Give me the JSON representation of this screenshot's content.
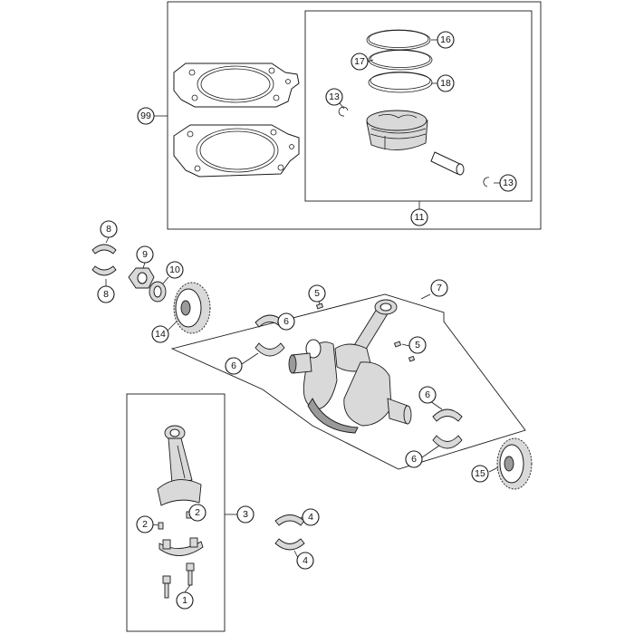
{
  "callouts": {
    "c99": "99",
    "c16": "16",
    "c17": "17",
    "c18": "18",
    "c13a": "13",
    "c13b": "13",
    "c11": "11",
    "c8a": "8",
    "c8b": "8",
    "c9": "9",
    "c10": "10",
    "c14": "14",
    "c5a": "5",
    "c5b": "5",
    "c7": "7",
    "c6a": "6",
    "c6b": "6",
    "c6c": "6",
    "c6d": "6",
    "c15": "15",
    "c3": "3",
    "c2a": "2",
    "c2b": "2",
    "c4a": "4",
    "c4b": "4",
    "c1": "1"
  },
  "colors": {
    "accent": "#f39a2c",
    "line": "#1a1a1a",
    "metal": "#d9d9d9"
  }
}
